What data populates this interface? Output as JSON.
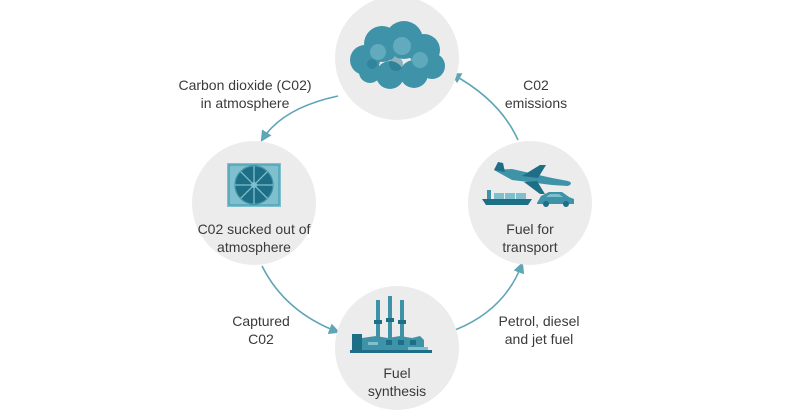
{
  "colors": {
    "node_fill": "#ececec",
    "arrow": "#5ea5b5",
    "teal_dark": "#1e6e86",
    "teal_mid": "#3f93a8",
    "teal_light": "#7fc0cf",
    "text": "#3a3a3a"
  },
  "nodes": {
    "atmosphere": {
      "icon": "cloud-icon"
    },
    "capture": {
      "icon": "fan-icon",
      "label_lines": [
        "C02 sucked out of",
        "atmosphere"
      ]
    },
    "transport": {
      "icon": "transport-icon",
      "label_lines": [
        "Fuel for",
        "transport"
      ]
    },
    "synthesis": {
      "icon": "factory-icon",
      "label_lines": [
        "Fuel",
        "synthesis"
      ]
    }
  },
  "arrows": {
    "atmosphere_to_capture": {
      "label_lines": [
        "Carbon dioxide (C02)",
        "in atmosphere"
      ]
    },
    "capture_to_synthesis": {
      "label_lines": [
        "Captured",
        "C02"
      ]
    },
    "synthesis_to_transport": {
      "label_lines": [
        "Petrol, diesel",
        "and jet fuel"
      ]
    },
    "transport_to_atmosphere": {
      "label_lines": [
        "C02",
        "emissions"
      ]
    }
  }
}
